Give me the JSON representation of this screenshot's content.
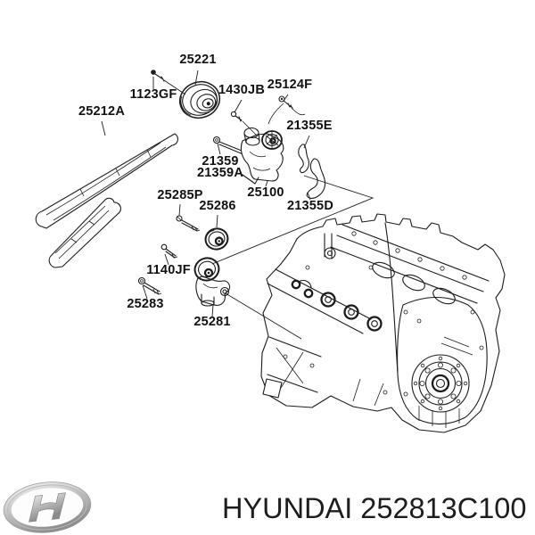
{
  "diagram": {
    "labels": {
      "p25221": "25221",
      "p1123GF": "1123GF",
      "p1430JB": "1430JB",
      "p25124F": "25124F",
      "p25212A": "25212A",
      "p21355E": "21355E",
      "p21359": "21359",
      "p21359A": "21359A",
      "p25100": "25100",
      "p21355D": "21355D",
      "p25285P": "25285P",
      "p25286": "25286",
      "p1140JF": "1140JF",
      "p25283": "25283",
      "p25281": "25281"
    }
  },
  "footer": {
    "text": "HYUNDAI 252813C100",
    "logo": "hyundai-logo"
  },
  "colors": {
    "background": "#ffffff",
    "line": "#1c1c1c",
    "label_text": "#111111",
    "footer_text": "#1d1d1d",
    "logo_silver_light": "#f2f2f2",
    "logo_silver_dark": "#8e8e8e"
  }
}
